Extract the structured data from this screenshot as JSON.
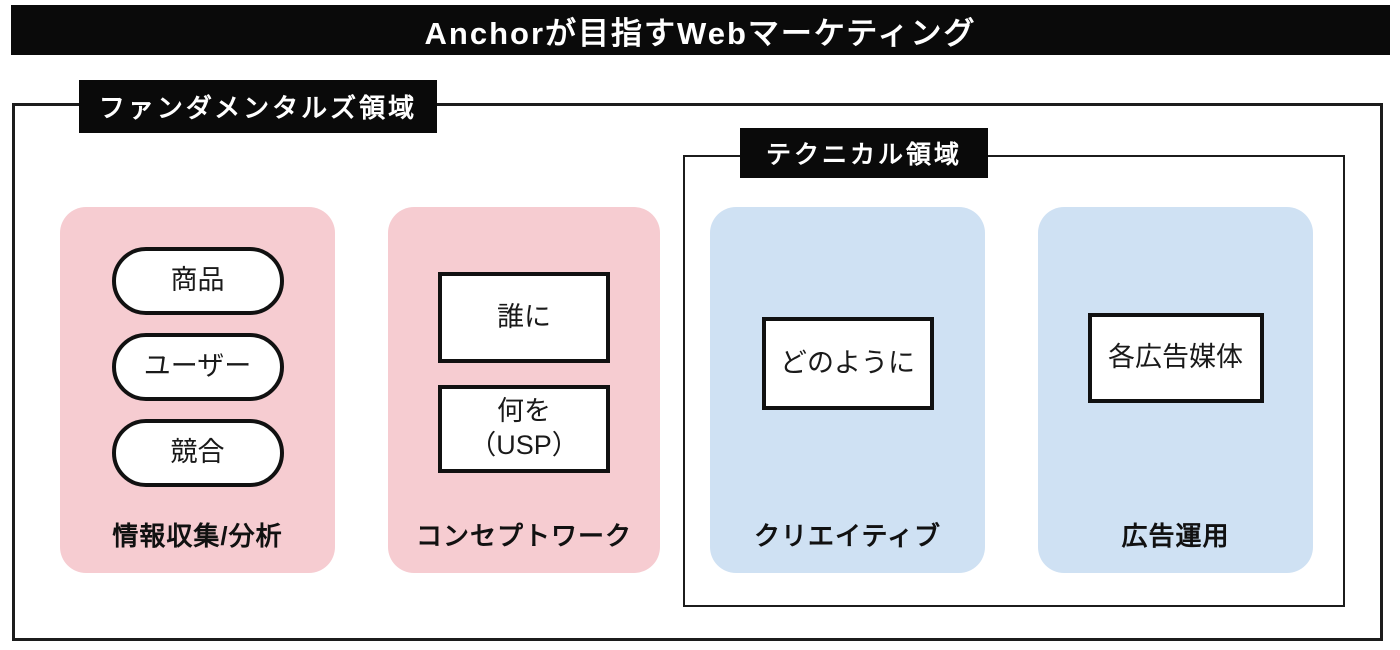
{
  "title": "Anchorが目指すWebマーケティング",
  "regions": {
    "fundamentals": {
      "label": "ファンダメンタルズ領域"
    },
    "technical": {
      "label": "テクニカル領域"
    }
  },
  "panels": {
    "info": {
      "label": "情報収集/分析",
      "color": "#f6ccd1",
      "items": [
        [
          "商品"
        ],
        [
          "ユーザー"
        ],
        [
          "競合"
        ]
      ]
    },
    "concept": {
      "label": "コンセプトワーク",
      "color": "#f6ccd1",
      "items": [
        [
          "誰に"
        ],
        [
          "何を",
          "（USP）"
        ]
      ]
    },
    "creative": {
      "label": "クリエイティブ",
      "color": "#cfe1f3",
      "items": [
        [
          "どのように"
        ]
      ]
    },
    "ads": {
      "label": "広告運用",
      "color": "#cfe1f3",
      "items": [
        [
          "各広告媒体"
        ]
      ]
    }
  },
  "colors": {
    "accent_black": "#0a0a0a",
    "panel_pink": "#f6ccd1",
    "panel_blue": "#cfe1f3",
    "border_dark": "#1c1c1c"
  }
}
